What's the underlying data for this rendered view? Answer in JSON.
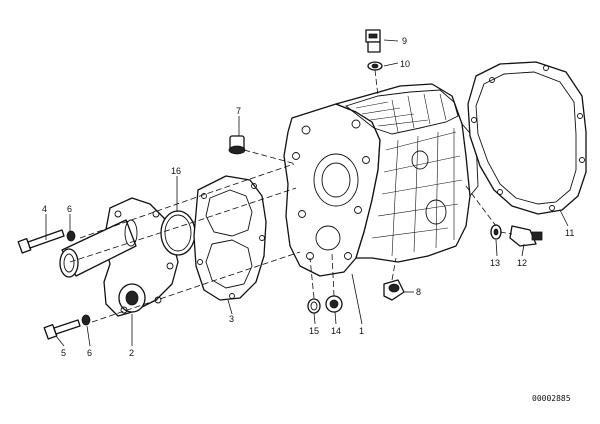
{
  "callouts": {
    "c1": "1",
    "c2": "2",
    "c3": "3",
    "c4": "4",
    "c5": "5",
    "c6a": "6",
    "c6b": "6",
    "c7": "7",
    "c8": "8",
    "c9": "9",
    "c10": "10",
    "c11": "11",
    "c12": "12",
    "c13": "13",
    "c14": "14",
    "c15": "15",
    "c16": "16"
  },
  "reference_code": "00002885"
}
